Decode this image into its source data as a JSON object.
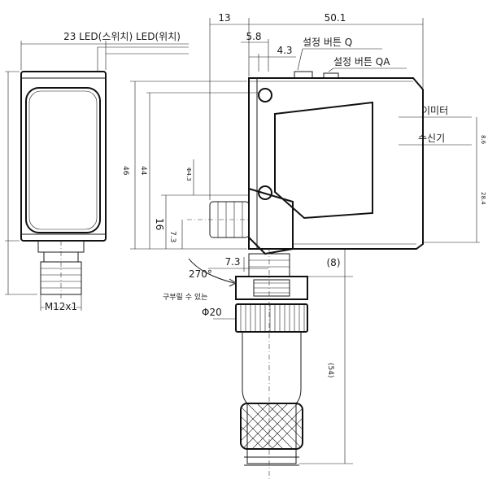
{
  "labels": {
    "led_label": "23  LED(스위치) LED(위치)",
    "dim_13": "13",
    "dim_50_1": "50.1",
    "dim_5_8": "5.8",
    "dim_4_3": "4.3",
    "button_q": "설정 버튼 Q",
    "button_qa": "설정 버튼 QA",
    "emitter": "이미터",
    "receiver": "수신기",
    "dim_8_6": "8.6",
    "dim_28_4": "28.4",
    "dim_46": "46",
    "dim_44": "44",
    "dim_phi4_3": "Φ4.3",
    "dim_16": "16",
    "dim_7_3_vert": "7.3",
    "dim_7_3": "7.3",
    "dim_8": "(8)",
    "dim_54": "(54)",
    "angle_270": "270°",
    "bendable": "구부릴 수 있는",
    "phi20": "Φ20",
    "thread": "M12x1"
  }
}
